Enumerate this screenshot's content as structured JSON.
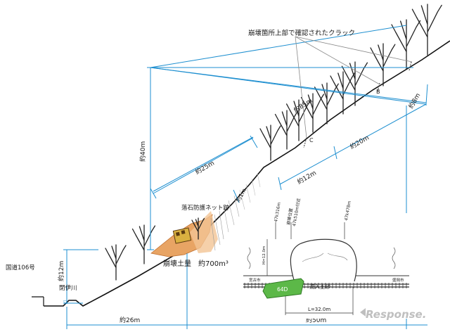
{
  "labels": {
    "crack_note": "崩壊箇所上部で確認されたクラック",
    "crack_b": "B",
    "crack_c": "C",
    "net_remains": "落石防護ネット跡",
    "collapse_volume": "崩壊土量　約700m³",
    "route": "国道106号",
    "river": "閉伊川",
    "dim_85": "約85m",
    "dim_40": "約40m",
    "dim_25": "約25m",
    "dim_20": "約20m",
    "dim_12_slope": "約12m",
    "dim_1": "約1m",
    "dim_8": "約8m",
    "dim_12_left": "約12m",
    "dim_26": "約26m",
    "dim_50": "約50m"
  },
  "inset": {
    "train_label": "64D",
    "soil_label": "流入土砂",
    "length_label": "L=32.0m",
    "km_left": "47k316m",
    "km_mid_top": "47k510m付近",
    "km_mid_bottom": "崩壊位置",
    "km_right": "47k478m",
    "station_left": "宮古市",
    "station_right": "盛岡市",
    "height_label": "H=12.0m"
  },
  "watermark": "Response."
}
